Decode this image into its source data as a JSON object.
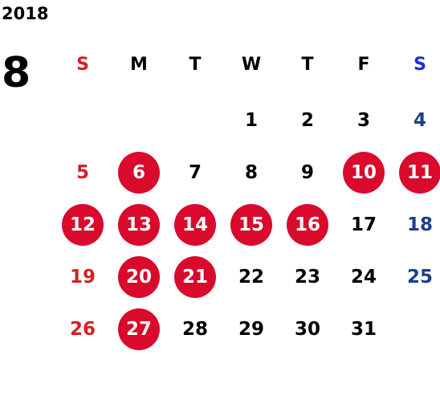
{
  "header": {
    "year": "2018",
    "month": "8"
  },
  "colors": {
    "holiday_circle": "#d90a2c",
    "sunday_text": "#d42020",
    "saturday_text": "#1e3d8f",
    "saturday_header": "#1b2fd6",
    "weekday_text": "#000000"
  },
  "weekdays": [
    "S",
    "M",
    "T",
    "W",
    "T",
    "F",
    "S"
  ],
  "weeks": [
    [
      {
        "day": "",
        "holiday": false
      },
      {
        "day": "",
        "holiday": false
      },
      {
        "day": "",
        "holiday": false
      },
      {
        "day": "1",
        "holiday": false
      },
      {
        "day": "2",
        "holiday": false
      },
      {
        "day": "3",
        "holiday": false
      },
      {
        "day": "4",
        "holiday": false
      }
    ],
    [
      {
        "day": "5",
        "holiday": false
      },
      {
        "day": "6",
        "holiday": true
      },
      {
        "day": "7",
        "holiday": false
      },
      {
        "day": "8",
        "holiday": false
      },
      {
        "day": "9",
        "holiday": false
      },
      {
        "day": "10",
        "holiday": true
      },
      {
        "day": "11",
        "holiday": true
      }
    ],
    [
      {
        "day": "12",
        "holiday": true
      },
      {
        "day": "13",
        "holiday": true
      },
      {
        "day": "14",
        "holiday": true
      },
      {
        "day": "15",
        "holiday": true
      },
      {
        "day": "16",
        "holiday": true
      },
      {
        "day": "17",
        "holiday": false
      },
      {
        "day": "18",
        "holiday": false
      }
    ],
    [
      {
        "day": "19",
        "holiday": false
      },
      {
        "day": "20",
        "holiday": true
      },
      {
        "day": "21",
        "holiday": true
      },
      {
        "day": "22",
        "holiday": false
      },
      {
        "day": "23",
        "holiday": false
      },
      {
        "day": "24",
        "holiday": false
      },
      {
        "day": "25",
        "holiday": false
      }
    ],
    [
      {
        "day": "26",
        "holiday": false
      },
      {
        "day": "27",
        "holiday": true
      },
      {
        "day": "28",
        "holiday": false
      },
      {
        "day": "29",
        "holiday": false
      },
      {
        "day": "30",
        "holiday": false
      },
      {
        "day": "31",
        "holiday": false
      },
      {
        "day": "",
        "holiday": false
      }
    ]
  ]
}
